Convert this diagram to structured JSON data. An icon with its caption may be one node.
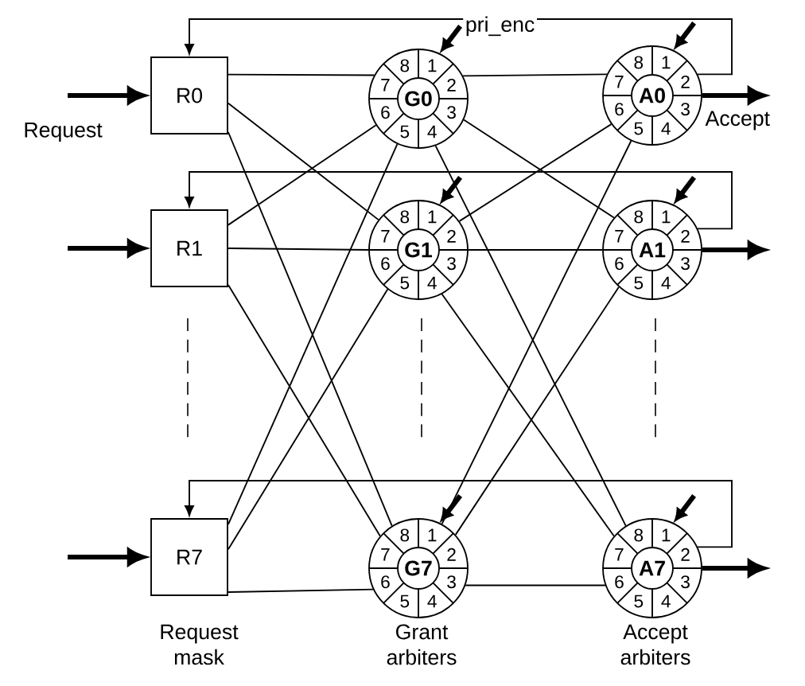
{
  "diagram": {
    "nodes": [
      {
        "text": [
          "R0"
        ]
      },
      {
        "text": [
          "R1"
        ]
      },
      {
        "text": [
          "R7"
        ]
      },
      {
        "text": [
          "G0",
          "8",
          "1",
          "7",
          "2",
          "6",
          "3",
          "5",
          "4"
        ]
      },
      {
        "text": [
          "G1",
          "8",
          "1",
          "7",
          "2",
          "6",
          "3",
          "5",
          "4"
        ]
      },
      {
        "text": [
          "G7",
          "8",
          "1",
          "7",
          "2",
          "6",
          "3",
          "5",
          "4"
        ]
      },
      {
        "text": [
          "A0",
          "8",
          "1",
          "7",
          "2",
          "6",
          "3",
          "5",
          "4"
        ]
      },
      {
        "text": [
          "A1",
          "8",
          "1",
          "7",
          "2",
          "6",
          "3",
          "5",
          "4"
        ]
      },
      {
        "text": [
          "A7",
          "8",
          "1",
          "7",
          "2",
          "6",
          "3",
          "5",
          "4"
        ]
      }
    ],
    "edges": [
      {
        "from": null,
        "to": 0,
        "arrow": "to",
        "style": "thick",
        "label": "Request"
      },
      {
        "from": null,
        "to": 1,
        "arrow": "to",
        "style": "thick"
      },
      {
        "from": null,
        "to": 2,
        "arrow": "to",
        "style": "thick"
      },
      {
        "from": 0,
        "to": 3,
        "arrow": "none"
      },
      {
        "from": 0,
        "to": 4,
        "arrow": "none"
      },
      {
        "from": 0,
        "to": 5,
        "arrow": "none"
      },
      {
        "from": 1,
        "to": 3,
        "arrow": "none"
      },
      {
        "from": 1,
        "to": 4,
        "arrow": "none"
      },
      {
        "from": 1,
        "to": 5,
        "arrow": "none"
      },
      {
        "from": 2,
        "to": 3,
        "arrow": "none"
      },
      {
        "from": 2,
        "to": 4,
        "arrow": "none"
      },
      {
        "from": 2,
        "to": 5,
        "arrow": "none"
      },
      {
        "from": 3,
        "to": 6,
        "arrow": "none"
      },
      {
        "from": 3,
        "to": 7,
        "arrow": "none"
      },
      {
        "from": 3,
        "to": 8,
        "arrow": "none"
      },
      {
        "from": 4,
        "to": 6,
        "arrow": "none"
      },
      {
        "from": 4,
        "to": 7,
        "arrow": "none"
      },
      {
        "from": 4,
        "to": 8,
        "arrow": "none"
      },
      {
        "from": 5,
        "to": 6,
        "arrow": "none"
      },
      {
        "from": 5,
        "to": 7,
        "arrow": "none"
      },
      {
        "from": 5,
        "to": 8,
        "arrow": "none"
      },
      {
        "from": 6,
        "to": null,
        "arrow": "to",
        "style": "thick",
        "label": "Accept"
      },
      {
        "from": 7,
        "to": null,
        "arrow": "to",
        "style": "thick"
      },
      {
        "from": 8,
        "to": null,
        "arrow": "to",
        "style": "thick"
      },
      {
        "from": 6,
        "to": 0,
        "arrow": "to"
      },
      {
        "from": 7,
        "to": 1,
        "arrow": "to"
      },
      {
        "from": 8,
        "to": 2,
        "arrow": "to"
      },
      {
        "from": null,
        "to": 3,
        "arrow": "to",
        "style": "thick",
        "label": "pri_enc"
      },
      {
        "from": null,
        "to": 4,
        "arrow": "to",
        "style": "thick"
      },
      {
        "from": null,
        "to": 5,
        "arrow": "to",
        "style": "thick"
      },
      {
        "from": null,
        "to": 6,
        "arrow": "to",
        "style": "thick"
      },
      {
        "from": null,
        "to": 7,
        "arrow": "to",
        "style": "thick"
      },
      {
        "from": null,
        "to": 8,
        "arrow": "to",
        "style": "thick"
      }
    ],
    "labels": [
      "Request mask",
      "Grant arbiters",
      "Accept arbiters"
    ]
  }
}
